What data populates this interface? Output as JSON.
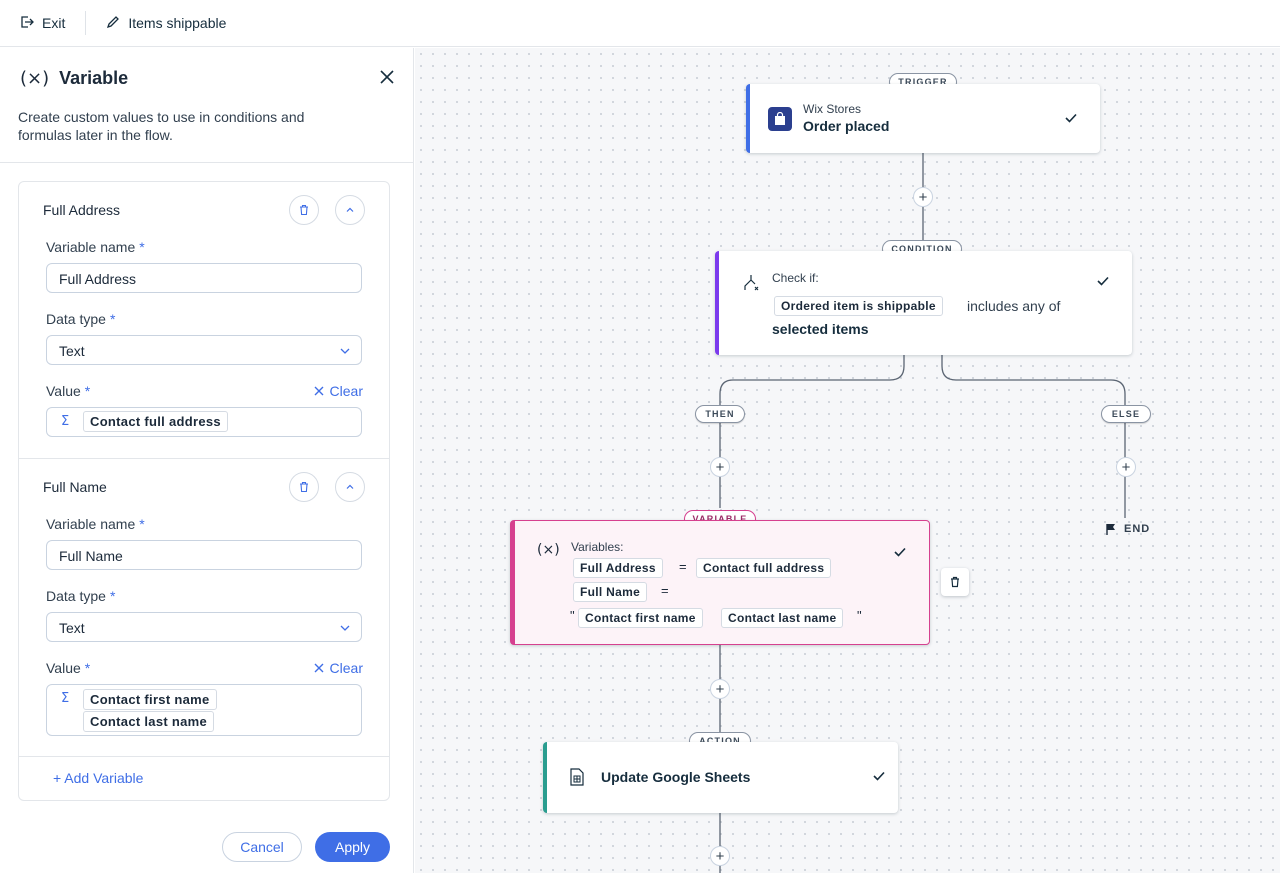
{
  "topbar": {
    "exit_label": "Exit",
    "flow_name": "Items shippable"
  },
  "panel": {
    "title": "Variable",
    "description": "Create custom values to use in conditions and formulas later in the flow.",
    "variable_name_label": "Variable name",
    "data_type_label": "Data type",
    "value_label": "Value",
    "clear_label": "Clear",
    "required_mark": "*",
    "variables": [
      {
        "title": "Full Address",
        "name": "Full Address",
        "data_type": "Text",
        "values": [
          "Contact full address"
        ]
      },
      {
        "title": "Full Name",
        "name": "Full Name",
        "data_type": "Text",
        "values": [
          "Contact first name",
          "Contact last name"
        ]
      }
    ],
    "add_variable_label": "+ Add Variable",
    "cancel_label": "Cancel",
    "apply_label": "Apply"
  },
  "flow": {
    "trigger": {
      "pill": "TRIGGER",
      "app": "Wix Stores",
      "event": "Order placed"
    },
    "condition": {
      "pill": "CONDITION",
      "check_if": "Check if:",
      "field": "Ordered item is shippable",
      "operator": "includes any of",
      "value": "selected items"
    },
    "then_pill": "THEN",
    "else_pill": "ELSE",
    "end_label": "END",
    "variable": {
      "pill": "VARIABLE",
      "label": "Variables:",
      "var1": "Full Address",
      "eq": "=",
      "var1_value": "Contact full address",
      "var2": "Full Name",
      "quote": "\"",
      "var2_value1": "Contact first name",
      "var2_value2": "Contact last name"
    },
    "action": {
      "pill": "ACTION",
      "title": "Update Google Sheets"
    },
    "plus": "+"
  },
  "colors": {
    "accent": "#3f6ee6",
    "trigger": "#3f6ee6",
    "condition": "#7c3aed",
    "variable": "#d6408f",
    "action": "#2a9d8f"
  }
}
